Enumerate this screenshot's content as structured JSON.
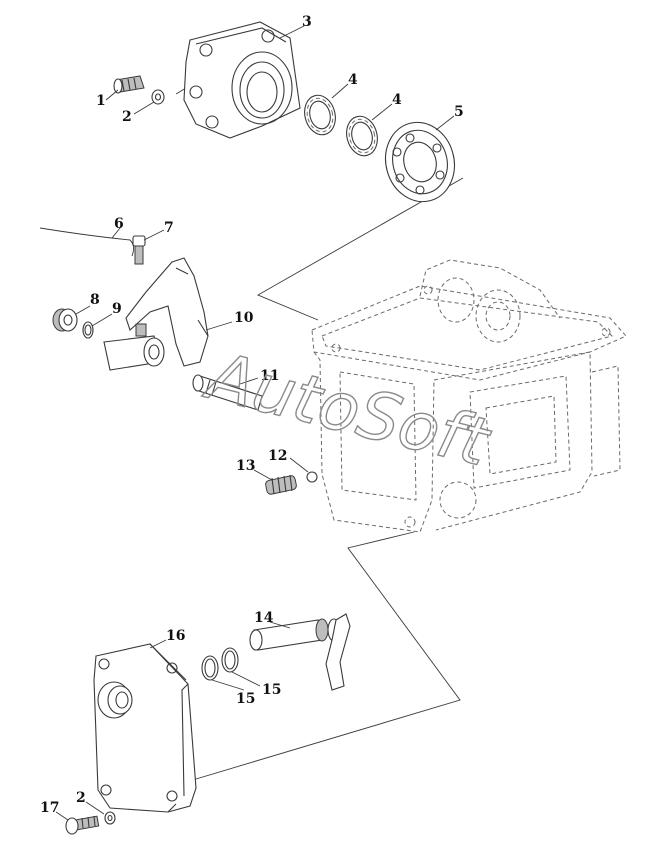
{
  "watermark": "AutoSoft",
  "callouts": [
    {
      "id": "c1",
      "text": "1"
    },
    {
      "id": "c2a",
      "text": "2"
    },
    {
      "id": "c3",
      "text": "3"
    },
    {
      "id": "c4a",
      "text": "4"
    },
    {
      "id": "c4b",
      "text": "4"
    },
    {
      "id": "c5",
      "text": "5"
    },
    {
      "id": "c6",
      "text": "6"
    },
    {
      "id": "c7",
      "text": "7"
    },
    {
      "id": "c8",
      "text": "8"
    },
    {
      "id": "c9",
      "text": "9"
    },
    {
      "id": "c10",
      "text": "10"
    },
    {
      "id": "c11",
      "text": "11"
    },
    {
      "id": "c12",
      "text": "12"
    },
    {
      "id": "c13",
      "text": "13"
    },
    {
      "id": "c14",
      "text": "14"
    },
    {
      "id": "c15a",
      "text": "15"
    },
    {
      "id": "c15b",
      "text": "15"
    },
    {
      "id": "c16",
      "text": "16"
    },
    {
      "id": "c17",
      "text": "17"
    },
    {
      "id": "c2b",
      "text": "2"
    }
  ]
}
